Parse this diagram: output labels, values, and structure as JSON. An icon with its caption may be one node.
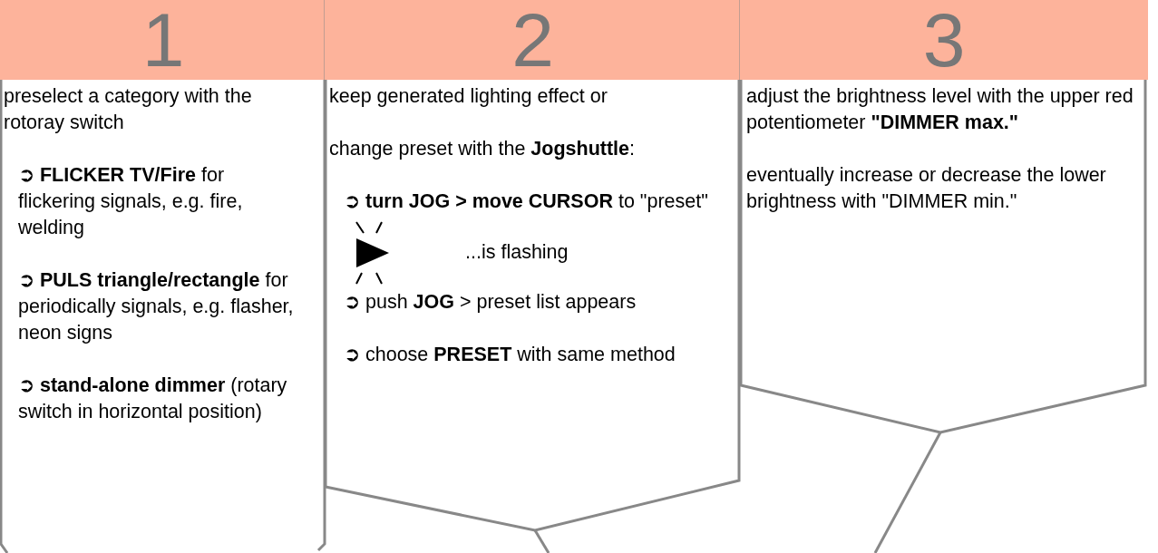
{
  "diagram": {
    "nodes": [
      {
        "text": [
          "1",
          "preselect a category with the rotoray switch",
          "➲ **FLICKER TV/Fire** for flickering signals, e.g. fire, welding",
          "➲ **PULS triangle/rectangle** for periodically signals, e.g. flasher, neon signs",
          "➲ **stand-alone dimmer** (rotary switch in horizontal position)"
        ]
      },
      {
        "text": [
          "2",
          "keep generated lighting effect or",
          "change preset with the **Jogshuttle**:",
          "➲ **turn JOG > move CURSOR** to \"preset\"",
          "...is flashing",
          "➲ push **JOG** > preset list appears",
          "➲ choose **PRESET** with same method"
        ]
      },
      {
        "text": [
          "3",
          "adjust the brightness level with the upper red potentiometer **\"DIMMER max.\"**",
          "eventually increase or decrease the lower brightness with \"DIMMER min.\""
        ]
      }
    ],
    "edges": [
      {
        "from": 1,
        "to": null,
        "arrow": "none"
      },
      {
        "from": 2,
        "to": null,
        "arrow": "none"
      }
    ]
  }
}
